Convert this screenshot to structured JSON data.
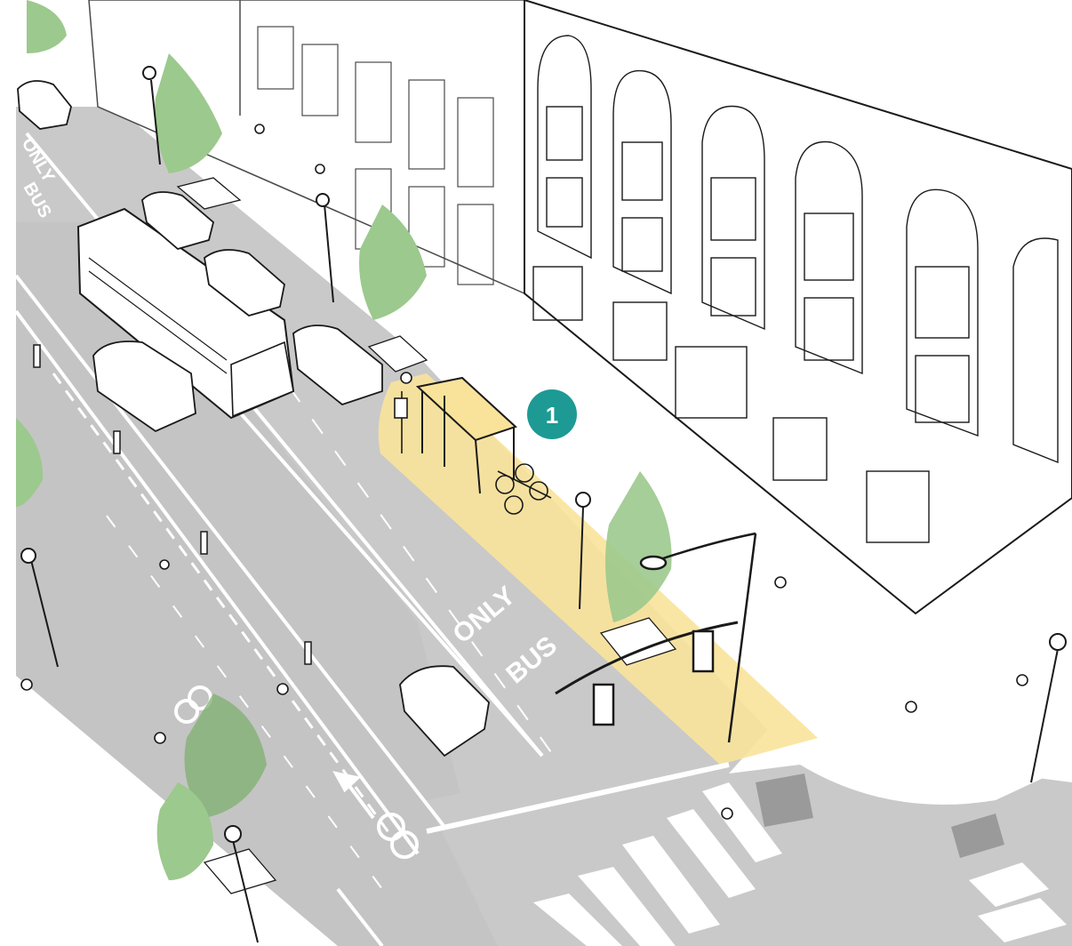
{
  "callout": {
    "number": "1",
    "color": "#1d9a94"
  },
  "road_markings": {
    "bus_word": "BUS",
    "only_word": "ONLY",
    "bus_word_far": "BUS",
    "only_word_far": "ONLY"
  },
  "colors": {
    "road": "#c9c9c9",
    "road_dark": "#bdbdbd",
    "sidewalk": "#ffffff",
    "highlight": "#f9e39a",
    "tree": "#9cc98d",
    "tree_dark": "#7fb06f",
    "marking": "#ffffff",
    "ink": "#1a1a1a",
    "building_line": "#4a4a4a"
  }
}
